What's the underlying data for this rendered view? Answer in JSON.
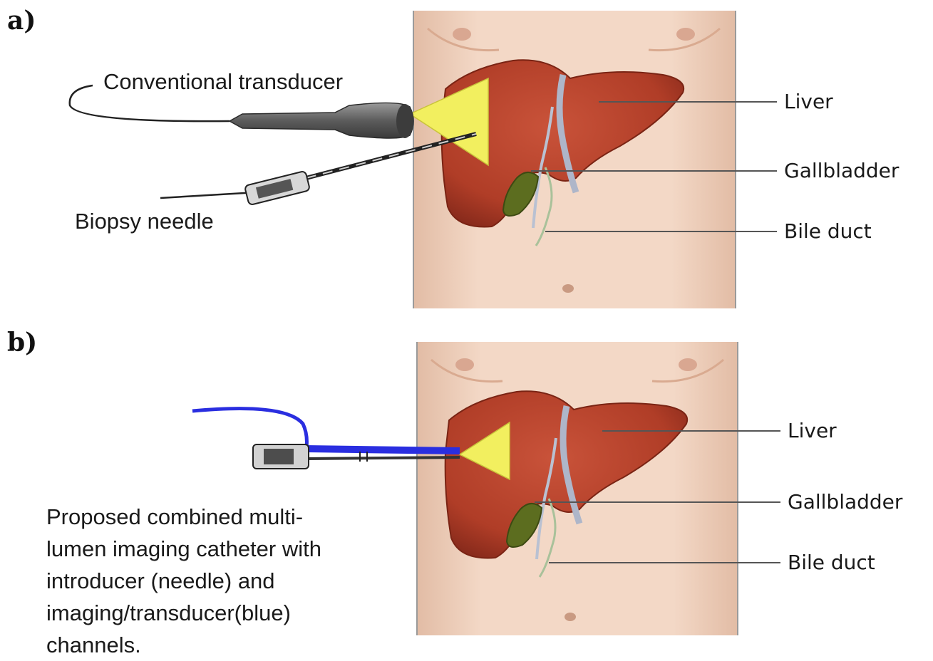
{
  "panel_a": {
    "label": "a)",
    "transducer_label": "Conventional transducer",
    "needle_label": "Biopsy needle",
    "organs": {
      "liver": "Liver",
      "gallbladder": "Gallbladder",
      "bile_duct": "Bile duct"
    }
  },
  "panel_b": {
    "label": "b)",
    "caption_lines": [
      "Proposed combined multi-",
      "lumen imaging catheter with",
      "introducer (needle) and",
      "imaging/transducer(blue)",
      "channels."
    ],
    "organs": {
      "liver": "Liver",
      "gallbladder": "Gallbladder",
      "bile_duct": "Bile duct"
    }
  },
  "colors": {
    "skin": "#f1d3c0",
    "skin_shadow": "#e3b9a0",
    "liver": "#b9432b",
    "liver_dark": "#8f2c1a",
    "gallbladder": "#5b6a1e",
    "duct": "#b7bfd0",
    "beam": "#f2f062",
    "catheter_blue": "#2a2ee0",
    "device_gray": "#6e6e6e"
  }
}
